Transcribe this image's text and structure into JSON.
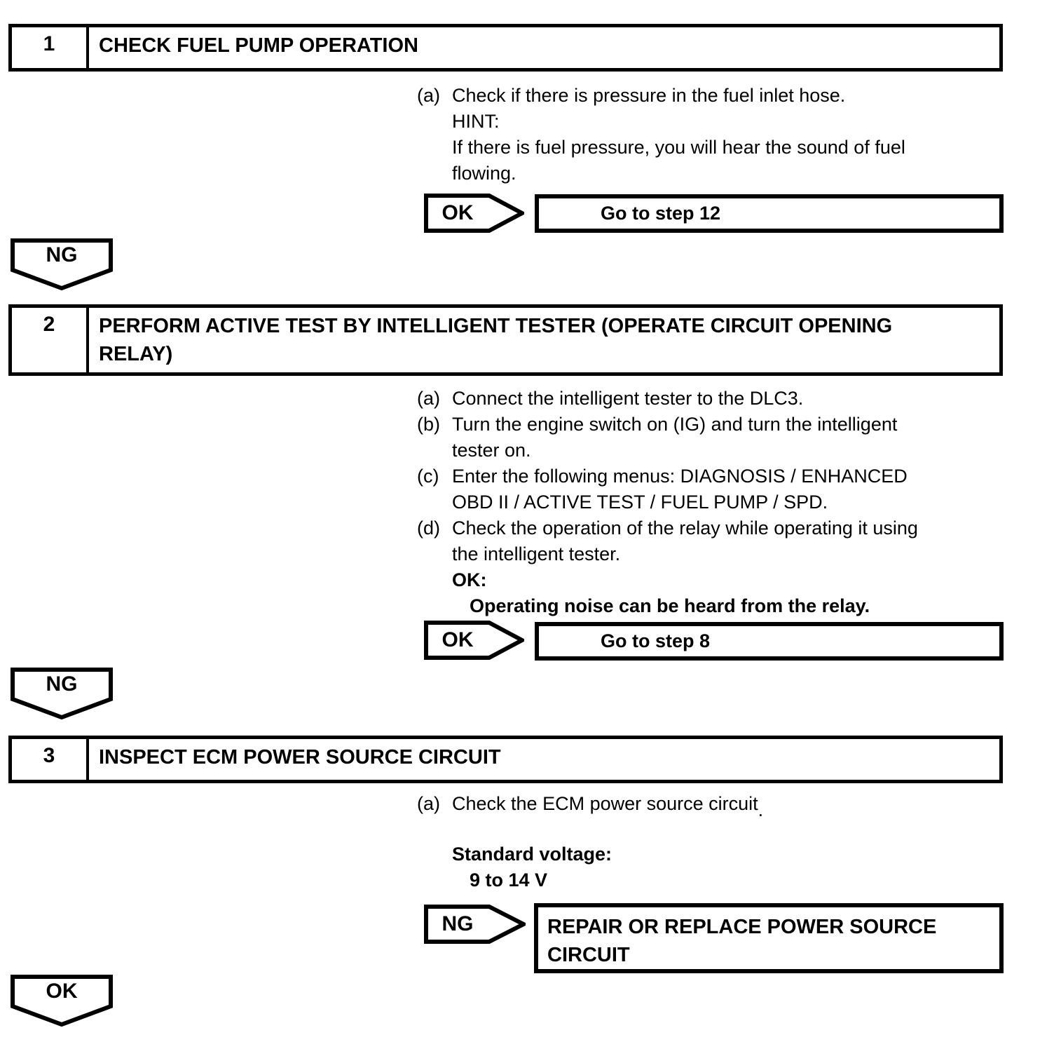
{
  "page": {
    "background": "#ffffff",
    "ink": "#000000"
  },
  "flowchart": {
    "steps": [
      {
        "number": "1",
        "title": "CHECK FUEL PUMP OPERATION",
        "instructions": [
          {
            "label": "(a)",
            "text": "Check if there is pressure in the fuel inlet hose.\nHINT:\nIf there is fuel pressure, you will hear the sound of fuel\nflowing."
          }
        ],
        "decision": {
          "arrow_label": "OK",
          "result": "Go to step 12"
        },
        "connector_label": "NG"
      },
      {
        "number": "2",
        "title": "PERFORM ACTIVE TEST BY INTELLIGENT TESTER (OPERATE CIRCUIT OPENING\nRELAY)",
        "instructions": [
          {
            "label": "(a)",
            "text": "Connect the intelligent tester to the DLC3."
          },
          {
            "label": "(b)",
            "text": "Turn the engine switch on (IG) and turn the intelligent\ntester on."
          },
          {
            "label": "(c)",
            "text": "Enter the following menus: DIAGNOSIS / ENHANCED\nOBD II / ACTIVE TEST / FUEL PUMP / SPD."
          },
          {
            "label": "(d)",
            "text": "Check the operation of the relay while operating it using\nthe intelligent tester.",
            "ok_label": "OK:",
            "ok_text": "Operating noise can be heard from the relay."
          }
        ],
        "decision": {
          "arrow_label": "OK",
          "result": "Go to step 8"
        },
        "connector_label": "NG"
      },
      {
        "number": "3",
        "title": "INSPECT ECM POWER SOURCE CIRCUIT",
        "instructions": [
          {
            "label": "(a)",
            "text": "Check the ECM power source circuit",
            "trailing_period": "."
          }
        ],
        "spec": {
          "label": "Standard voltage:",
          "value": "9 to 14 V"
        },
        "decision": {
          "arrow_label": "NG",
          "result": "REPAIR OR REPLACE POWER SOURCE\nCIRCUIT"
        },
        "connector_label": "OK"
      }
    ]
  }
}
